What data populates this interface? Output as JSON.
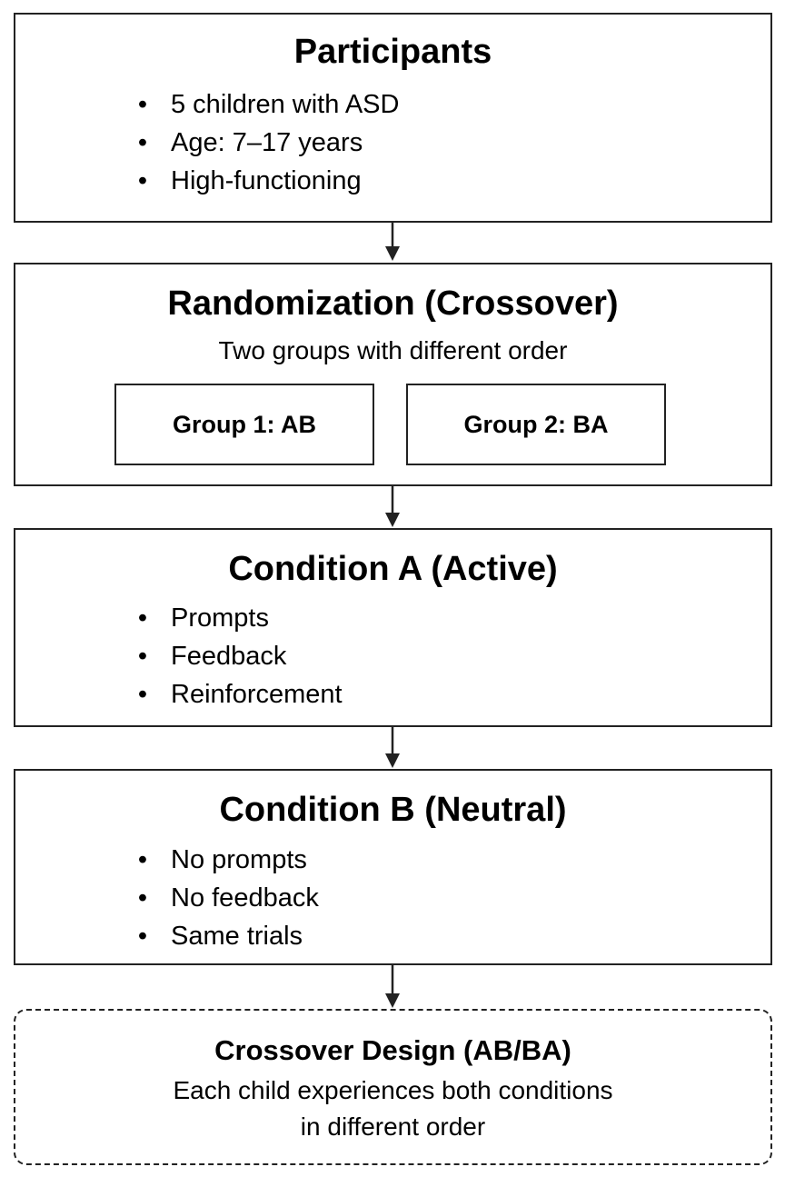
{
  "participants": {
    "title": "Participants",
    "bullets": [
      "5 children with ASD",
      "Age: 7–17 years",
      "High-functioning"
    ]
  },
  "randomization": {
    "title": "Randomization (Crossover)",
    "subtitle": "Two groups with different order",
    "groups": [
      "Group 1: AB",
      "Group 2: BA"
    ]
  },
  "condition_a": {
    "title": "Condition A (Active)",
    "bullets": [
      "Prompts",
      "Feedback",
      "Reinforcement"
    ]
  },
  "condition_b": {
    "title": "Condition B (Neutral)",
    "bullets": [
      "No prompts",
      "No feedback",
      "Same trials"
    ]
  },
  "crossover": {
    "title": "Crossover Design (AB/BA)",
    "line1": "Each child experiences both conditions",
    "line2": "in different order"
  },
  "bullet_glyph": "•"
}
